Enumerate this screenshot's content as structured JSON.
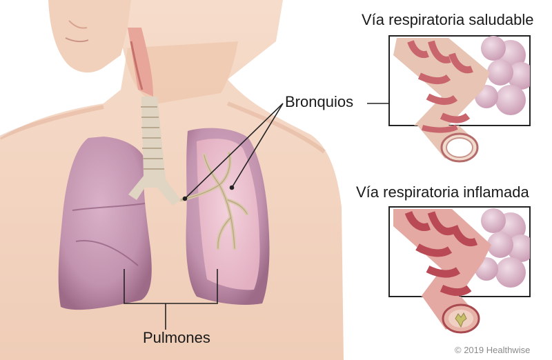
{
  "labels": {
    "bronquios": "Bronquios",
    "pulmones": "Pulmones",
    "healthy_airway": "Vía respiratoria saludable",
    "inflamed_airway": "Vía respiratoria inflamada",
    "copyright": "© 2019 Healthwise"
  },
  "colors": {
    "skin": "#f4d4bf",
    "skin_shadow": "#e6b79c",
    "lung": "#c99bb5",
    "lung_dark": "#a06e8c",
    "lung_inner": "#e9bccb",
    "airway_wall": "#e8bdb2",
    "airway_band": "#c9656c",
    "alveoli": "#dcb8c8",
    "line": "#222222"
  }
}
